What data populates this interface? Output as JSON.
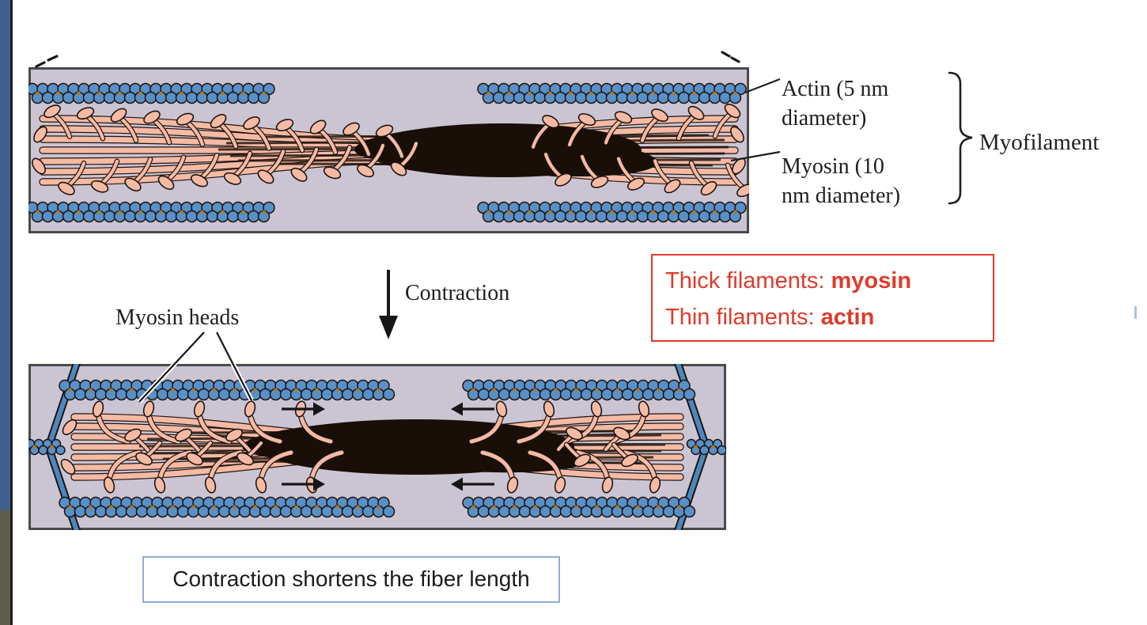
{
  "labels": {
    "actin": {
      "line1": "Actin (5 nm",
      "line2": "diameter)"
    },
    "myosin": {
      "line1": "Myosin (10",
      "line2": "nm diameter)"
    },
    "myofilament": "Myofilament",
    "contraction": "Contraction",
    "myosin_heads": "Myosin heads"
  },
  "red_box": {
    "line1_label": "Thick filaments: ",
    "line1_value": "myosin",
    "line2_label": "Thin filaments: ",
    "line2_value": "actin"
  },
  "caption": {
    "text": "Contraction shortens the fiber length"
  },
  "colors": {
    "diagram_bg": "#CBC5D3",
    "diagram_border": "#4A4A4A",
    "actin_blue": "#5890C7",
    "actin_dot": "#B5791E",
    "myosin_pink": "#F5BAA4",
    "outline": "#1E1410",
    "dark_center": "#190F08",
    "z_blue": "#4C88C0",
    "accent_red": "#DF3A2B",
    "caption_border": "#8CAED9",
    "sidebar_blue": "#41608F",
    "sidebar_olive": "#5F5D4E",
    "ink": "#1F1F1F"
  }
}
